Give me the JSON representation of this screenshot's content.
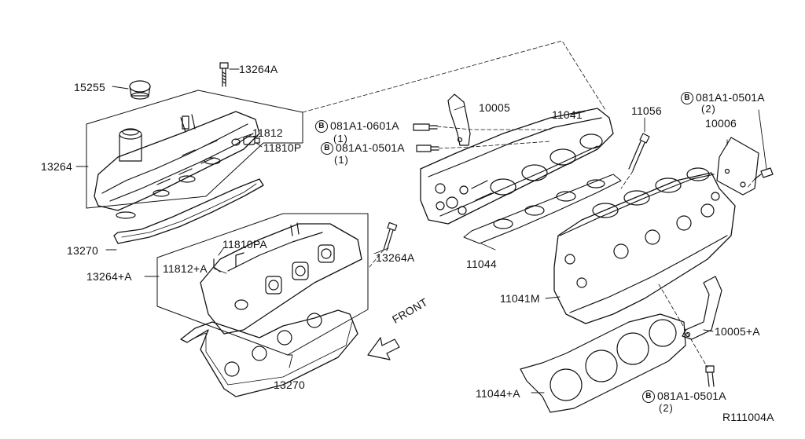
{
  "parts": {
    "p15255": "15255",
    "p13264a_top": "13264A",
    "p13264": "13264",
    "p11812": "11812",
    "p11810p": "11810P",
    "p13270_left": "13270",
    "p13264_plus_a": "13264+A",
    "p11812_plus_a": "11812+A",
    "p11810pa": "11810PA",
    "p13264a_mid": "13264A",
    "p13270_bottom": "13270",
    "p10005": "10005",
    "p11041": "11041",
    "p11056": "11056",
    "p10006": "10006",
    "p11044": "11044",
    "p11041m": "11041M",
    "p10005_plus_a": "10005+A",
    "p11044_plus_a": "11044+A"
  },
  "bolts": {
    "b1": {
      "symbol": "B",
      "code": "081A1-0601A",
      "qty": "(1)"
    },
    "b2": {
      "symbol": "B",
      "code": "081A1-0501A",
      "qty": "(1)"
    },
    "b3": {
      "symbol": "B",
      "code": "081A1-0501A",
      "qty": "(2)"
    },
    "b4": {
      "symbol": "B",
      "code": "081A1-0501A",
      "qty": "(2)"
    }
  },
  "front_label": "FRONT",
  "diagram_ref": "R111004A",
  "colors": {
    "ink": "#111111",
    "background": "#ffffff"
  }
}
